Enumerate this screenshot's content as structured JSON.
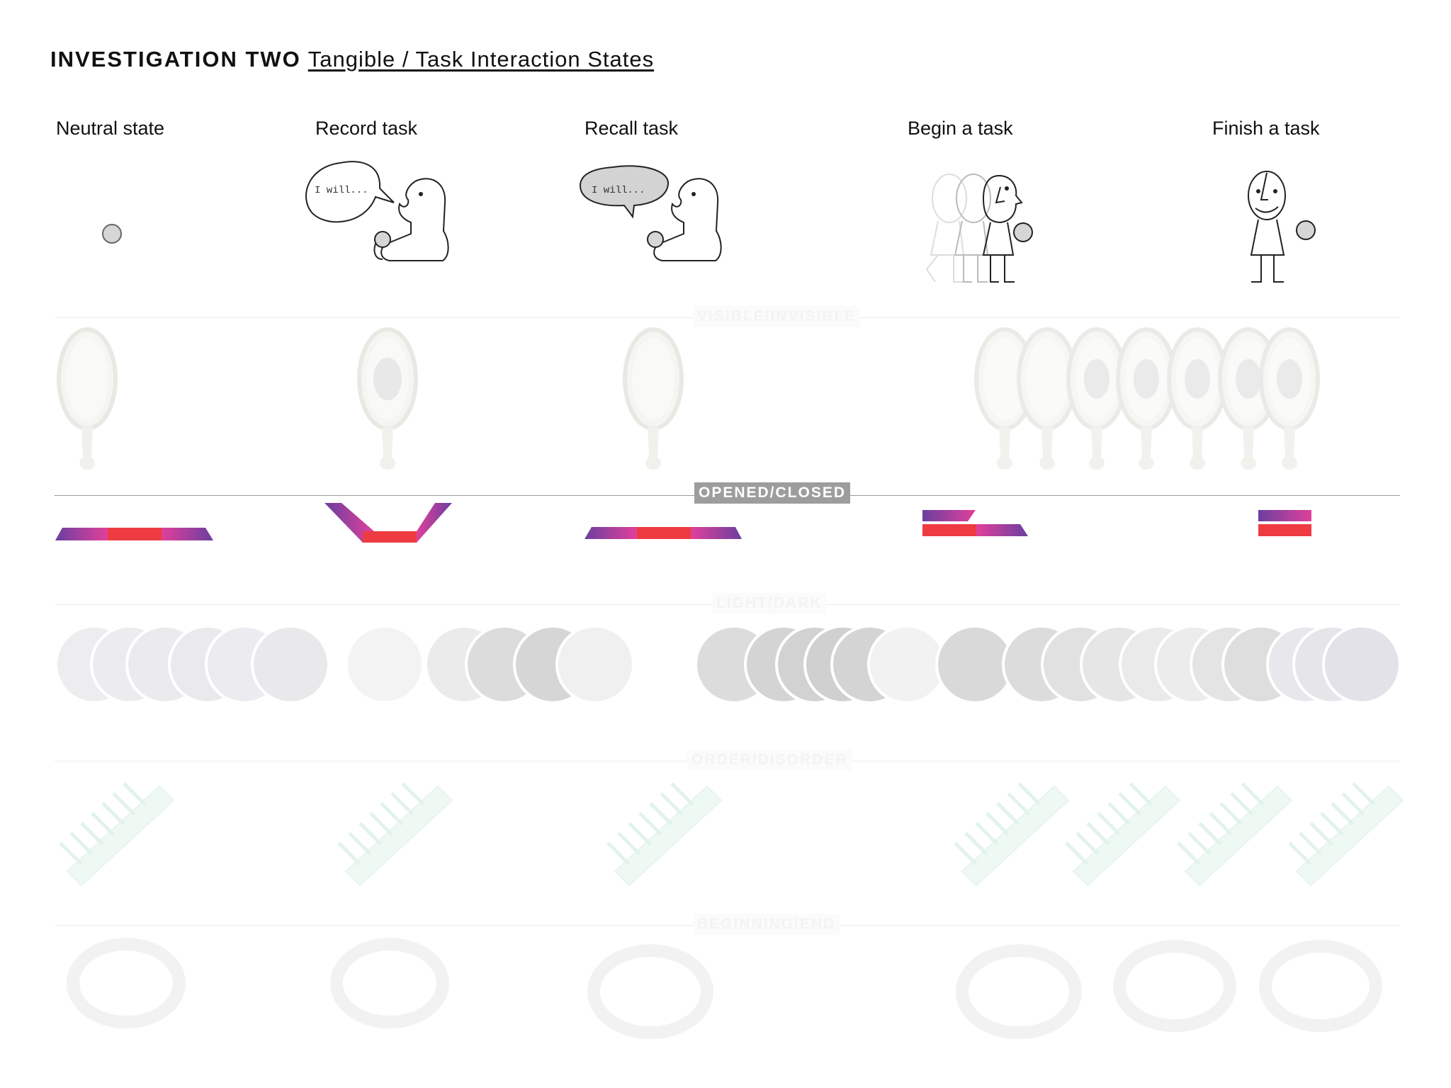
{
  "header": {
    "bold_title": "INVESTIGATION TWO",
    "subtitle": "Tangible / Task Interaction States"
  },
  "columns": [
    {
      "label": "Neutral state"
    },
    {
      "label": "Record task"
    },
    {
      "label": "Recall task"
    },
    {
      "label": "Begin a task"
    },
    {
      "label": "Finish a task"
    }
  ],
  "speech": {
    "record": "I will...",
    "recall": "I will..."
  },
  "bands": [
    {
      "label": "VISIBLE/INVISIBLE",
      "style": "faint"
    },
    {
      "label": "OPENED/CLOSED",
      "style": "solid"
    },
    {
      "label": "LIGHT/DARK",
      "style": "faint"
    },
    {
      "label": "ORDER/DISORDER",
      "style": "faint"
    },
    {
      "label": "BEGINNING/END",
      "style": "faint"
    }
  ],
  "colors": {
    "gradient_start": "#6b3fa0",
    "gradient_end": "#e0409a",
    "accent_red": "#ee3b42",
    "ball_fill": "#d6d6d6"
  }
}
